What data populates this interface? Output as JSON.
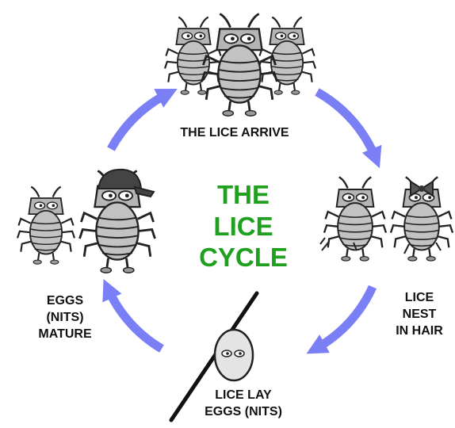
{
  "center_title": {
    "line1": "THE",
    "line2": "LICE",
    "line3": "CYCLE",
    "color": "#1fa01f"
  },
  "stages": {
    "arrive": {
      "label": "THE LICE ARRIVE"
    },
    "nest": {
      "line1": "LICE",
      "line2": "NEST",
      "line3": "IN HAIR"
    },
    "lay": {
      "line1": "LICE LAY",
      "line2": "EGGS (NITS)"
    },
    "mature": {
      "line1": "EGGS",
      "line2": "(NITS)",
      "line3": "MATURE"
    }
  },
  "colors": {
    "arrow": "#7b7ff5",
    "louse_body": "#a9a9a9",
    "louse_outline": "#222222",
    "text": "#111111"
  },
  "icons": [
    "louse-icon",
    "cap-icon",
    "bow-icon",
    "nit-egg-icon",
    "hair-strand-icon"
  ]
}
